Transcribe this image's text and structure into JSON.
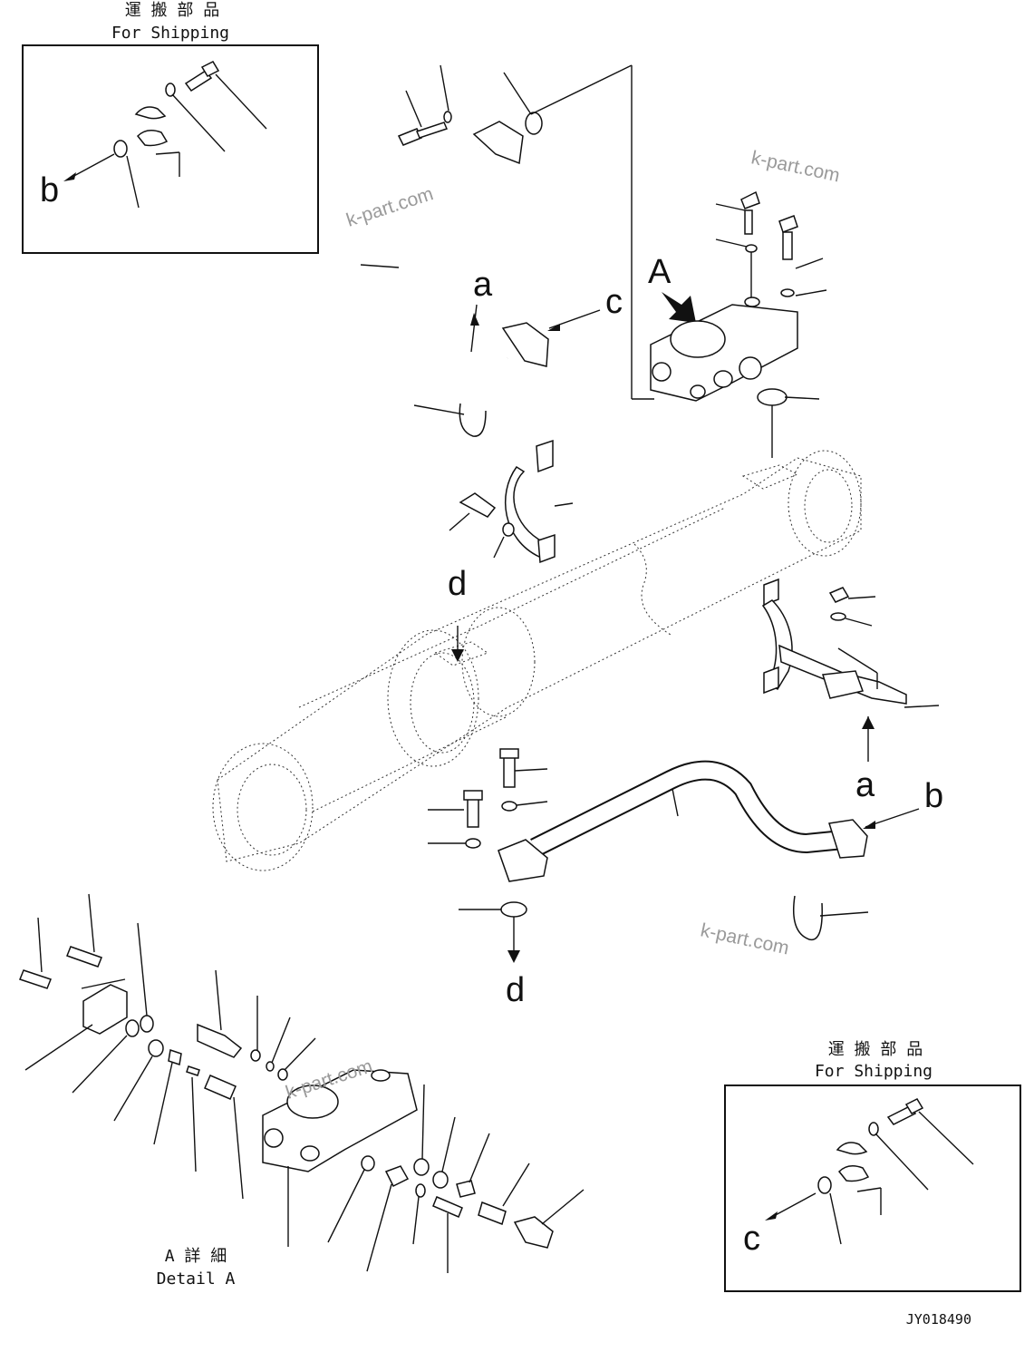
{
  "shipping_box_top": {
    "label_jp": "運 搬 部 品",
    "label_en": "For Shipping",
    "arrow_letter": "b"
  },
  "shipping_box_bottom": {
    "label_jp": "運 搬 部 品",
    "label_en": "For Shipping",
    "arrow_letter": "c"
  },
  "view_marker": "A",
  "connection_letters": {
    "a_top": "a",
    "c_right": "c",
    "d_top": "d",
    "a_bottom": "a",
    "b_right": "b",
    "d_bottom": "d"
  },
  "detail": {
    "label_jp": "A 詳 細",
    "label_en": "Detail A"
  },
  "watermark": "k-part.com",
  "figure_id": "JY018490"
}
